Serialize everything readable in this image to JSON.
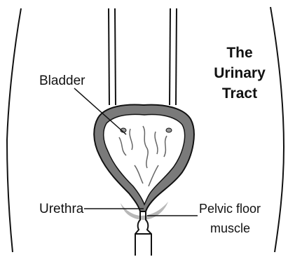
{
  "title": {
    "line1": "The",
    "line2": "Urinary",
    "line3": "Tract"
  },
  "labels": {
    "bladder": "Bladder",
    "urethra": "Urethra",
    "pelvic_floor_line1": "Pelvic floor",
    "pelvic_floor_line2": "muscle"
  },
  "colors": {
    "outline": "#111111",
    "bladder_wall": "#7a7a7a",
    "bladder_inside": "#ffffff",
    "pelvic_muscle": "#b8b8b8"
  }
}
